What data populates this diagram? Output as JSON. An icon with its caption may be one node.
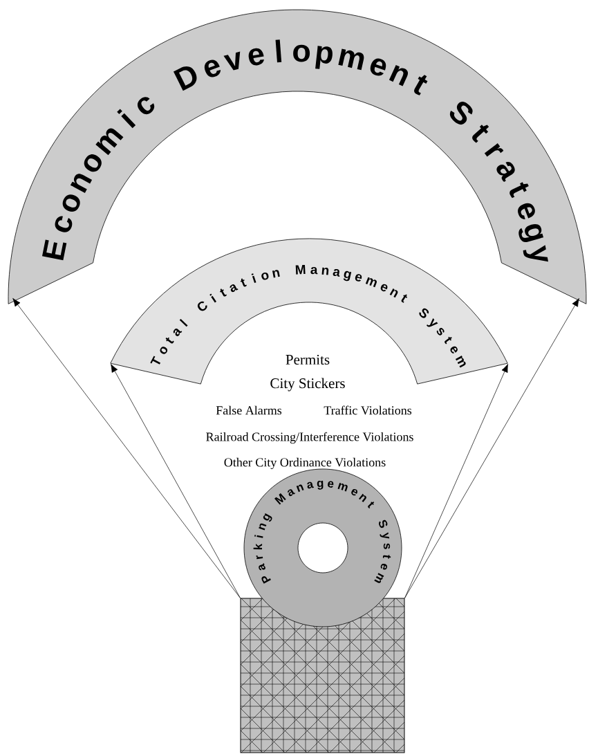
{
  "diagram": {
    "nodes": [
      {
        "text": [
          "Economic Development Strategy"
        ]
      },
      {
        "text": [
          "Total Citation Management System"
        ]
      },
      {
        "text": [
          "Parking Management System"
        ]
      },
      {
        "text": [],
        "shape": "box"
      }
    ],
    "edges": [
      {
        "from": 3,
        "to": 0,
        "arrow": "to"
      },
      {
        "from": 3,
        "to": 1,
        "arrow": "to"
      },
      {
        "from": 3,
        "to": 1,
        "arrow": "to"
      },
      {
        "from": 3,
        "to": 0,
        "arrow": "to"
      }
    ],
    "labels": [
      "Permits",
      "City Stickers",
      "False Alarms",
      "Traffic Violations",
      "Railroad Crossing/Interference Violations",
      "Other City Ordinance Violations"
    ]
  }
}
